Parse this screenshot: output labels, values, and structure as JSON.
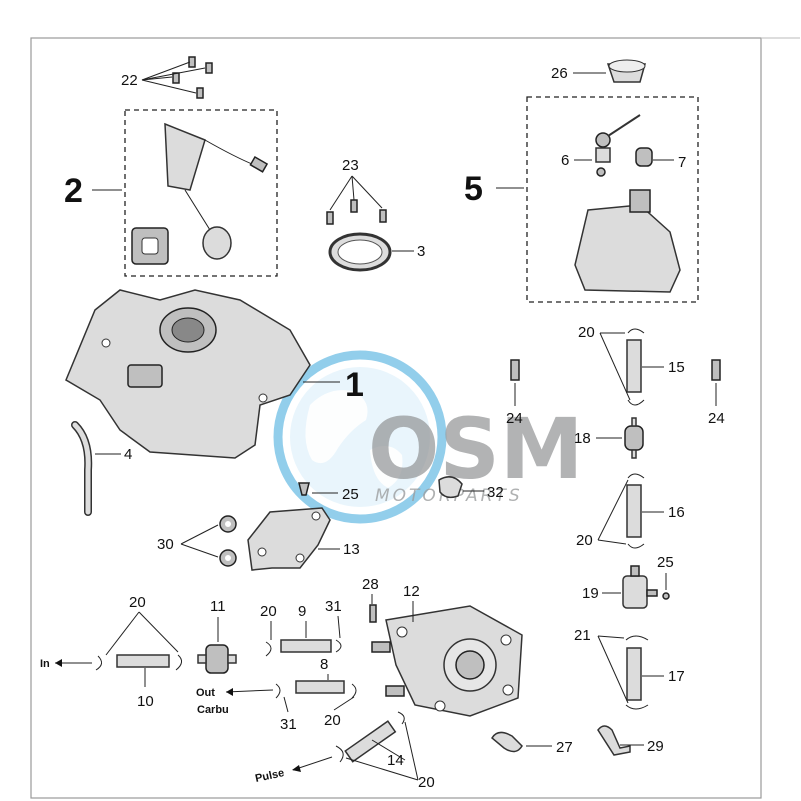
{
  "callouts": {
    "c1": "1",
    "c2": "2",
    "c3": "3",
    "c4": "4",
    "c5": "5",
    "c6": "6",
    "c7": "7",
    "c8": "8",
    "c9": "9",
    "c10": "10",
    "c11": "11",
    "c12": "12",
    "c13": "13",
    "c14": "14",
    "c15": "15",
    "c16": "16",
    "c17": "17",
    "c18": "18",
    "c19": "19",
    "c20a": "20",
    "c20b": "20",
    "c20c": "20",
    "c20d": "20",
    "c20e": "20",
    "c20f": "20",
    "c21": "21",
    "c22": "22",
    "c23": "23",
    "c24a": "24",
    "c24b": "24",
    "c25a": "25",
    "c25b": "25",
    "c26": "26",
    "c27": "27",
    "c28": "28",
    "c29": "29",
    "c30": "30",
    "c31a": "31",
    "c31b": "31",
    "c32": "32"
  },
  "flow_labels": {
    "in": "In",
    "out": "Out",
    "carbu": "Carbu",
    "pulse": "Pulse"
  },
  "watermark": {
    "logo_text": "OSM",
    "tagline": "MOTORPARTS",
    "colors": {
      "globe": "#2a9fd8",
      "globe_light": "#cfe9f7",
      "letters": "#6f7173"
    }
  },
  "colors": {
    "frame": "#999999",
    "ink": "#111111",
    "part_fill": "#dcdcdc"
  }
}
